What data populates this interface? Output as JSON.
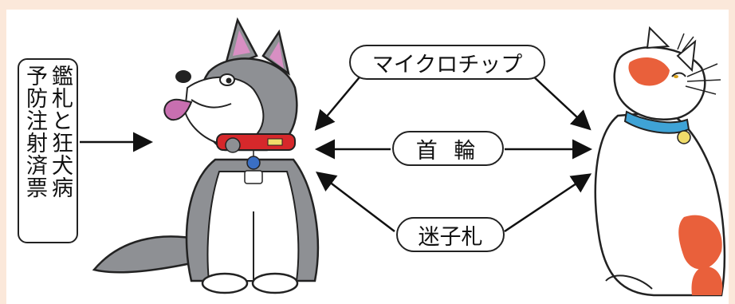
{
  "registration_tag": {
    "col1": "鑑札と狂犬病",
    "col2": "予防注射済票"
  },
  "labels": {
    "microchip": "マイクロチップ",
    "collar": "首 輪",
    "lost_tag": "迷子札"
  },
  "colors": {
    "background": "#fbe8da",
    "husky_gray": "#8e9094",
    "ear_pink": "#d88fc3",
    "tongue": "#c86fb0",
    "dog_collar": "#d6282b",
    "cat_collar": "#3fa3d6",
    "cat_patch": "#e9603b",
    "bell": "#f0dc6a"
  }
}
